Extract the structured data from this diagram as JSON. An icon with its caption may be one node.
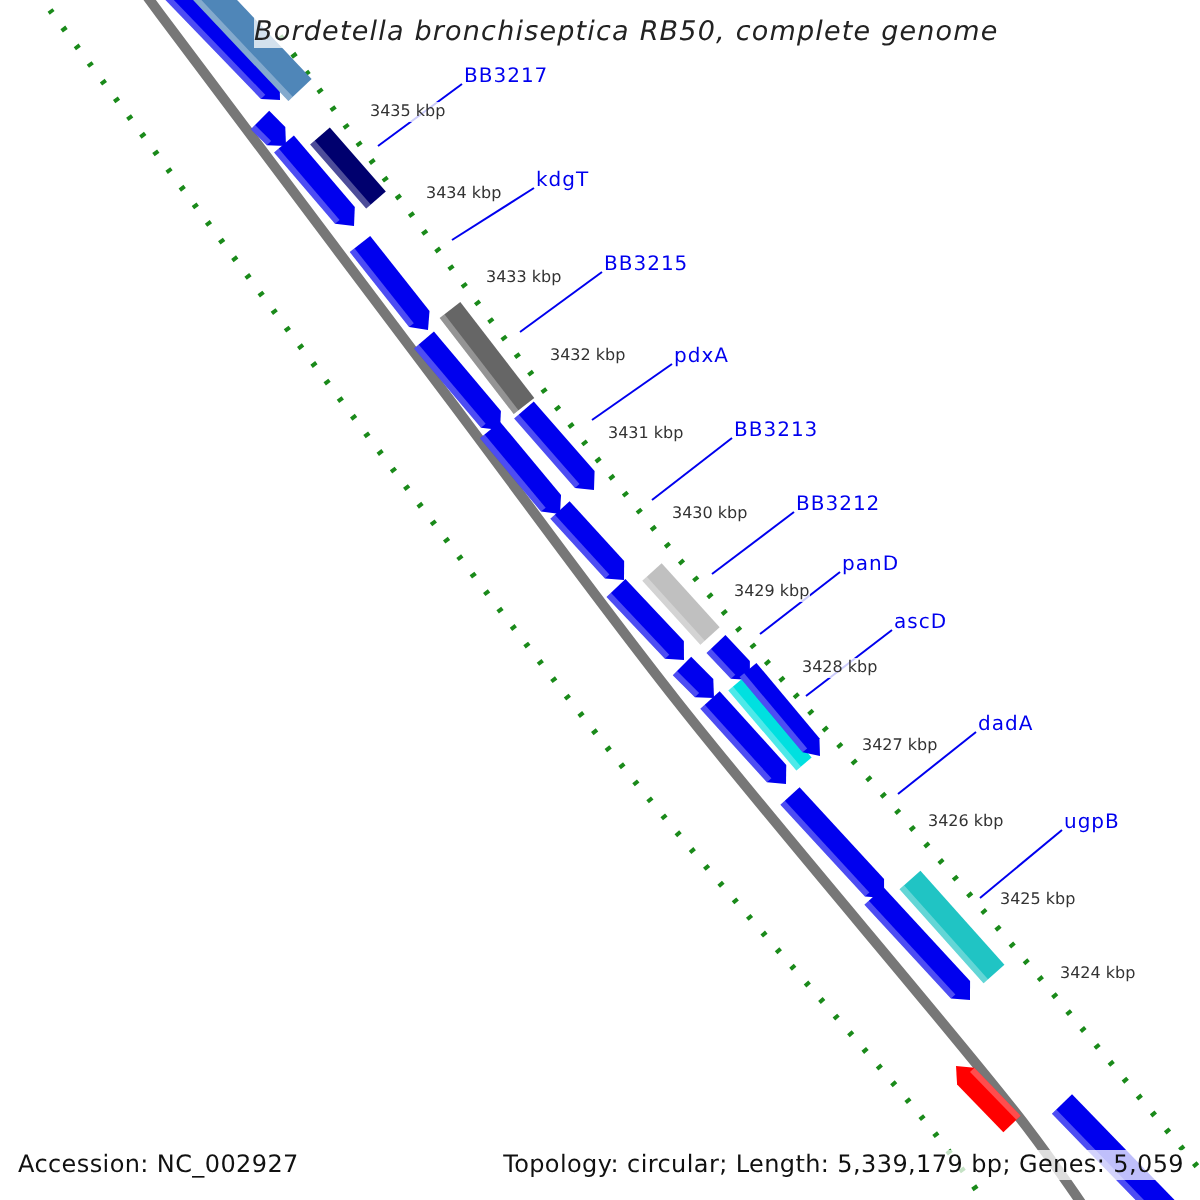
{
  "diagram": {
    "title": "Bordetella bronchiseptica RB50, complete genome",
    "nodes": [
      {
        "text": [
          "BB3217"
        ]
      },
      {
        "text": [
          "kdgT"
        ]
      },
      {
        "text": [
          "BB3215"
        ]
      },
      {
        "text": [
          "pdxA"
        ]
      },
      {
        "text": [
          "BB3213"
        ]
      },
      {
        "text": [
          "BB3212"
        ]
      },
      {
        "text": [
          "panD"
        ]
      },
      {
        "text": [
          "ascD"
        ]
      },
      {
        "text": [
          "dadA"
        ]
      },
      {
        "text": [
          "ugpB"
        ]
      }
    ],
    "edges": [
      {
        "from": 0,
        "to": null,
        "arrow": "none"
      },
      {
        "from": 1,
        "to": null,
        "arrow": "none"
      },
      {
        "from": 2,
        "to": null,
        "arrow": "none"
      },
      {
        "from": 3,
        "to": null,
        "arrow": "none"
      },
      {
        "from": 4,
        "to": null,
        "arrow": "none"
      },
      {
        "from": 5,
        "to": null,
        "arrow": "none"
      },
      {
        "from": 6,
        "to": null,
        "arrow": "none"
      },
      {
        "from": 7,
        "to": null,
        "arrow": "none"
      },
      {
        "from": 8,
        "to": null,
        "arrow": "none"
      },
      {
        "from": 9,
        "to": null,
        "arrow": "none"
      }
    ],
    "labels": [
      "3435 kbp",
      "3434 kbp",
      "3433 kbp",
      "3432 kbp",
      "3431 kbp",
      "3430 kbp",
      "3429 kbp",
      "3428 kbp",
      "3427 kbp",
      "3426 kbp",
      "3425 kbp",
      "3424 kbp",
      "Accession: NC_002927",
      "Topology: circular; Length: 5,339,179 bp; Genes: 5,059"
    ]
  }
}
